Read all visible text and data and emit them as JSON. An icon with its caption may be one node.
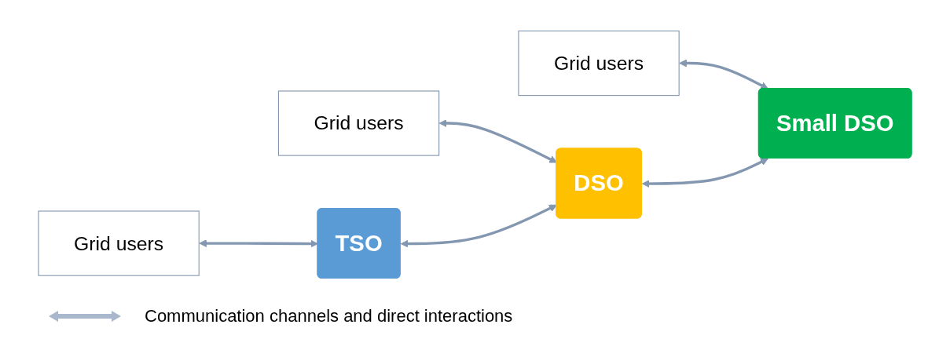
{
  "diagram": {
    "nodes": [
      {
        "text": [
          "Grid users"
        ]
      },
      {
        "text": [
          "Grid users"
        ]
      },
      {
        "text": [
          "Grid users"
        ]
      },
      {
        "text": [
          "TSO"
        ]
      },
      {
        "text": [
          "DSO"
        ]
      },
      {
        "text": [
          "Small DSO"
        ]
      }
    ],
    "edges": [
      {
        "from": 0,
        "to": 3,
        "arrow": "both"
      },
      {
        "from": 1,
        "to": 4,
        "arrow": "both"
      },
      {
        "from": 2,
        "to": 5,
        "arrow": "both"
      },
      {
        "from": 3,
        "to": 4,
        "arrow": "both"
      },
      {
        "from": 4,
        "to": 5,
        "arrow": "both"
      }
    ],
    "legend": [
      {
        "text": "Communication channels and direct interactions"
      }
    ]
  }
}
